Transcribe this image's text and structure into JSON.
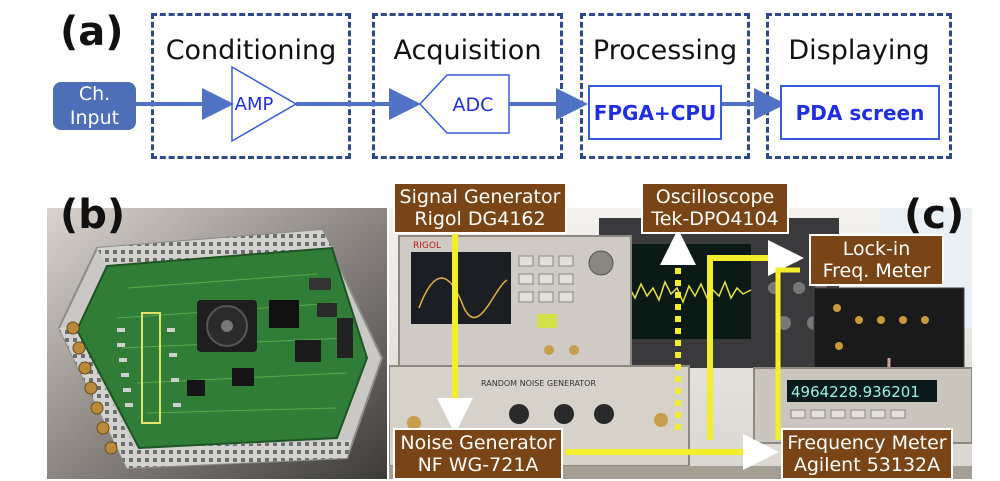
{
  "panel_a": {
    "label": "(a)",
    "input": {
      "line1": "Ch.",
      "line2": "Input"
    },
    "stages": [
      {
        "title": "Conditioning",
        "component": "AMP"
      },
      {
        "title": "Acquisition",
        "component": "ADC"
      },
      {
        "title": "Processing",
        "component": "FPGA+CPU"
      },
      {
        "title": "Displaying",
        "component": "PDA screen"
      }
    ]
  },
  "panel_b": {
    "label": "(b)"
  },
  "panel_c": {
    "label": "(c)",
    "callouts": {
      "signal_generator": {
        "line1": "Signal Generator",
        "line2": "Rigol DG4162"
      },
      "oscilloscope": {
        "line1": "Oscilloscope",
        "line2": "Tek-DPO4104"
      },
      "lockin": {
        "line1": "Lock-in",
        "line2": "Freq. Meter"
      },
      "noise_generator": {
        "line1": "Noise Generator",
        "line2": "NF WG-721A"
      },
      "frequency_meter": {
        "line1": "Frequency Meter",
        "line2": "Agilent 53132A"
      }
    },
    "equipment_text": {
      "meter_display": "4964228.936201",
      "noise_panel": "RANDOM NOISE GENERATOR",
      "rigol_brand": "RIGOL"
    }
  },
  "colors": {
    "dashed_border": "#2e4a8a",
    "arrow": "#4f72c4",
    "input_fill": "#4e6fb8",
    "component_text": "#1f2fe0",
    "callout_fill": "#7a4516",
    "signal_path": "#f2ef2a"
  }
}
